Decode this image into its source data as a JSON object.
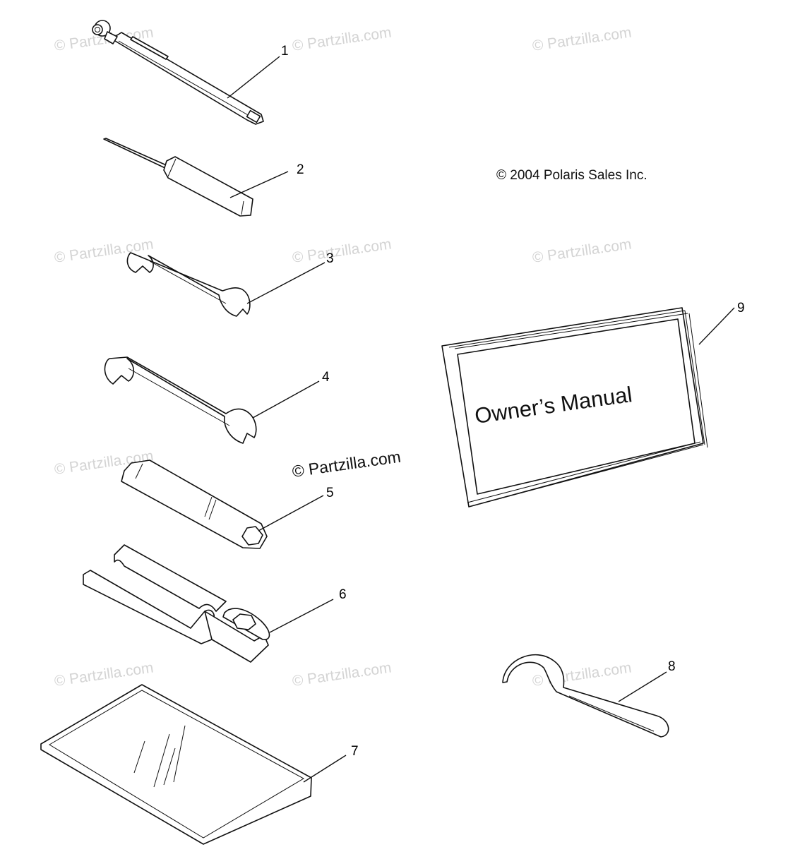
{
  "copyright": "© 2004 Polaris Sales Inc.",
  "watermark": "© Partzilla.com",
  "manual_title": "Owner’s Manual",
  "callouts": [
    "1",
    "2",
    "3",
    "4",
    "5",
    "6",
    "7",
    "8",
    "9"
  ],
  "parts": [
    {
      "callout": "1",
      "icon": "tire-pressure-gauge-icon"
    },
    {
      "callout": "2",
      "icon": "screwdriver-icon"
    },
    {
      "callout": "3",
      "icon": "small-open-end-wrench-icon"
    },
    {
      "callout": "4",
      "icon": "large-open-end-wrench-icon"
    },
    {
      "callout": "5",
      "icon": "spark-plug-socket-wrench-icon"
    },
    {
      "callout": "6",
      "icon": "tool-holder-clip-icon"
    },
    {
      "callout": "7",
      "icon": "tool-bag-icon"
    },
    {
      "callout": "8",
      "icon": "spanner-wrench-icon"
    },
    {
      "callout": "9",
      "icon": "owners-manual-icon"
    }
  ]
}
